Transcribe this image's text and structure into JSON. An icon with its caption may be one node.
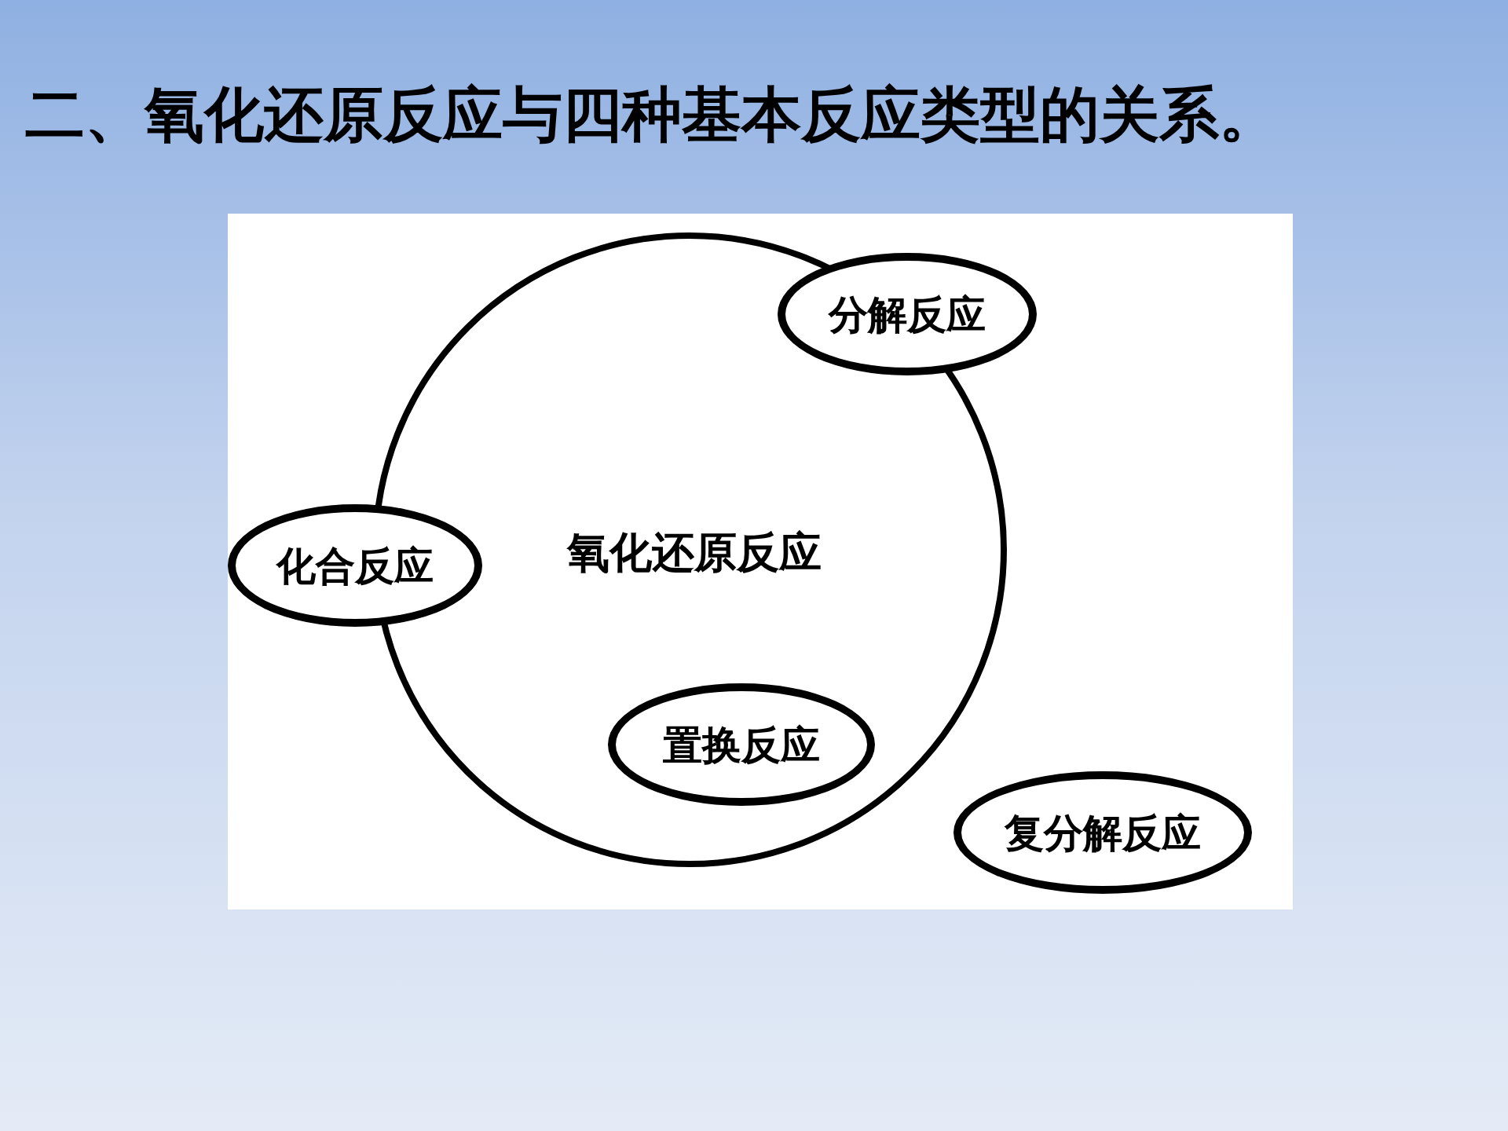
{
  "diagram": {
    "title": "二、氧化还原反应与四种基本反应类型的关系。",
    "nodes": [
      {
        "text": [
          "氧化还原反应"
        ]
      },
      {
        "text": [
          "分解反应"
        ]
      },
      {
        "text": [
          "化合反应"
        ]
      },
      {
        "text": [
          "置换反应"
        ],
        "in": 0
      },
      {
        "text": [
          "复分解反应"
        ]
      }
    ]
  }
}
